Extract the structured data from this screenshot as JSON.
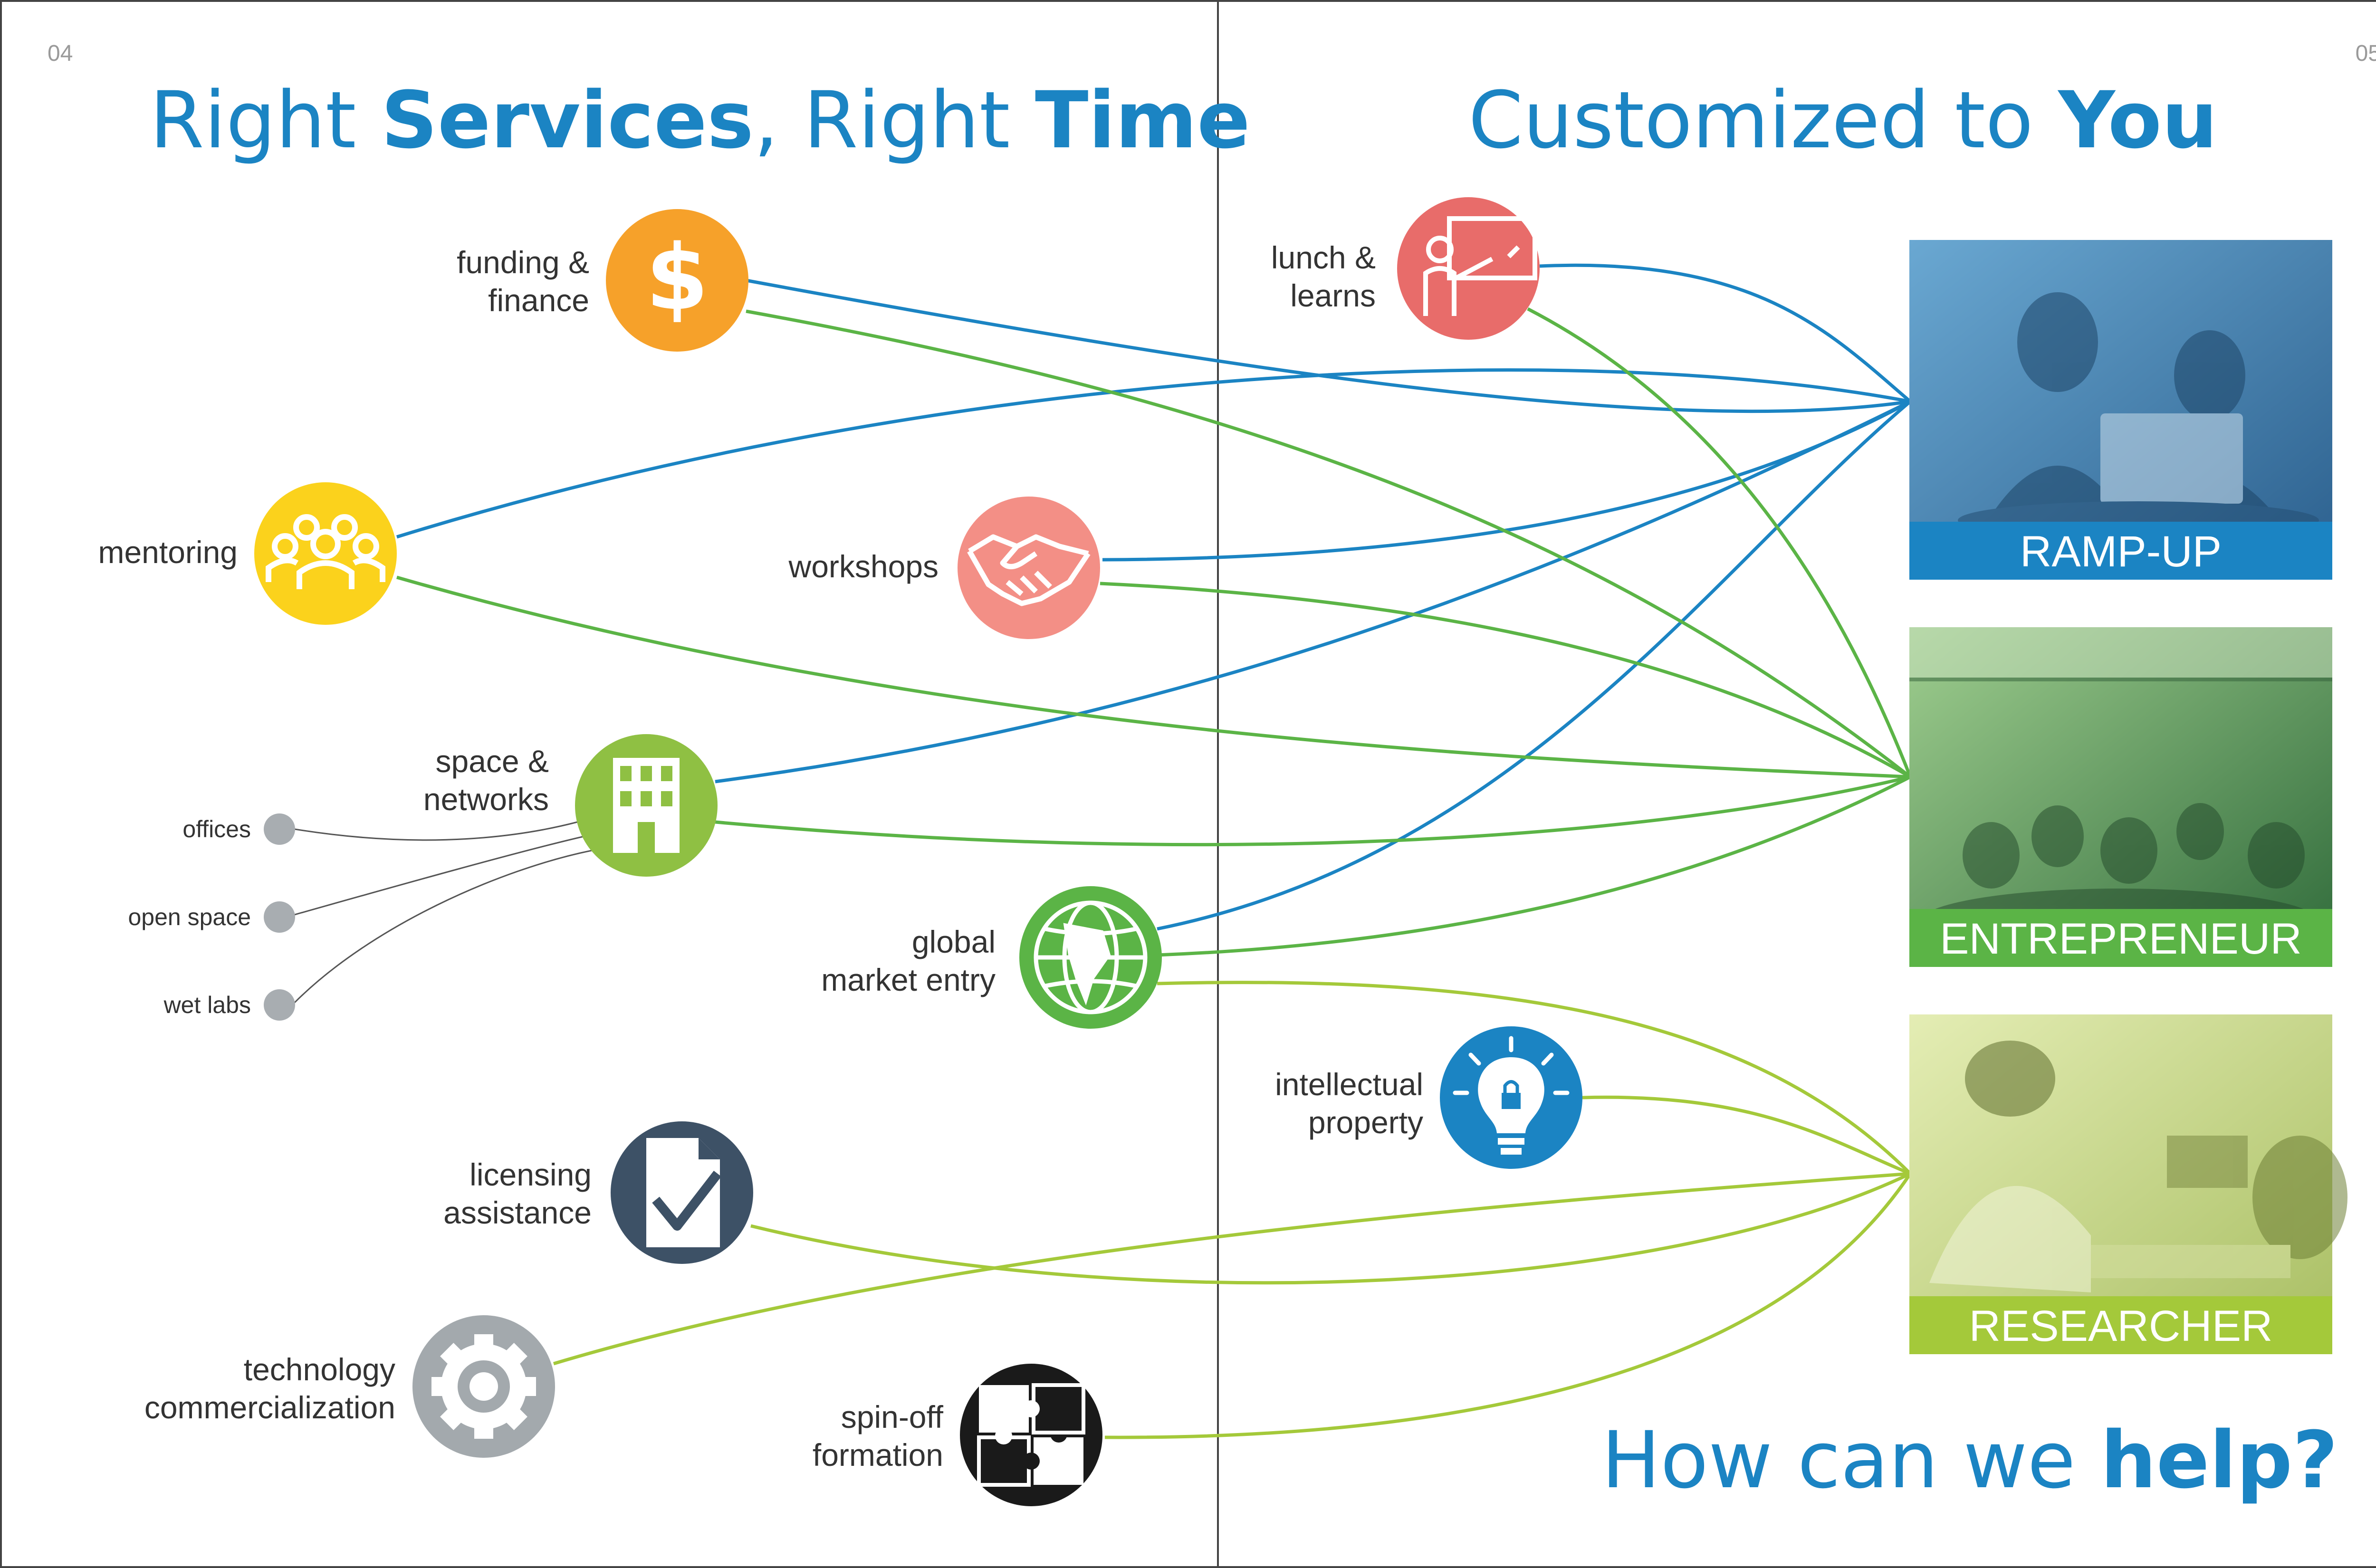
{
  "page_numbers": {
    "left": "04",
    "right": "05"
  },
  "headings": {
    "left": {
      "p1": "Right ",
      "b1": "Services",
      "p2": ", Right ",
      "b2": "Time"
    },
    "right": {
      "p1": "Customized to ",
      "b1": "You"
    },
    "bottom": {
      "p1": "How can we ",
      "b1": "help?"
    }
  },
  "colors": {
    "blue": "#1b84c3",
    "green": "#5bb446",
    "lime": "#a4c93a",
    "heading": "#1b84c3",
    "subgray": "#a8adb1"
  },
  "services": {
    "funding": {
      "line1": "funding &",
      "line2": "finance",
      "color": "#f6a12a",
      "icon": "dollar-icon"
    },
    "mentoring": {
      "line1": "mentoring",
      "color": "#fbd21c",
      "icon": "people-icon"
    },
    "workshops": {
      "line1": "workshops",
      "color": "#f38f86",
      "icon": "handshake-icon"
    },
    "space": {
      "line1": "space &",
      "line2": "networks",
      "color": "#8fc043",
      "icon": "building-icon"
    },
    "global": {
      "line1": "global",
      "line2": "market entry",
      "color": "#5bb446",
      "icon": "globe-icon"
    },
    "lunch": {
      "line1": "lunch &",
      "line2": "learns",
      "color": "#e86c6a",
      "icon": "presenter-icon"
    },
    "ip": {
      "line1": "intellectual",
      "line2": "property",
      "color": "#1b84c3",
      "icon": "lightbulb-lock-icon"
    },
    "licensing": {
      "line1": "licensing",
      "line2": "assistance",
      "color": "#3d5166",
      "icon": "document-check-icon"
    },
    "tech": {
      "line1": "technology",
      "line2": "commercialization",
      "color": "#a3a9ad",
      "icon": "gear-icon"
    },
    "spinoff": {
      "line1": "spin-off",
      "line2": "formation",
      "color": "#1a1a1a",
      "icon": "puzzle-icon"
    }
  },
  "space_options": [
    "offices",
    "open space",
    "wet labs"
  ],
  "categories": {
    "rampup": {
      "label": "RAMP-UP",
      "color": "#1b84c3"
    },
    "entrepreneur": {
      "label": "ENTREPRENEUR",
      "color": "#5bb446"
    },
    "researcher": {
      "label": "RESEARCHER",
      "color": "#a4c93a"
    }
  }
}
